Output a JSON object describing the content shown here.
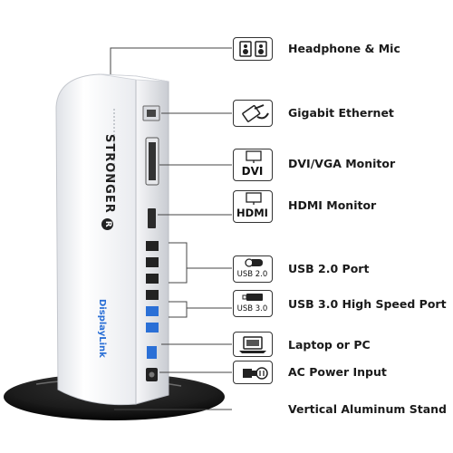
{
  "product": {
    "brand": "STRONGER",
    "brand_mark": "R",
    "badge": "DisplayLink"
  },
  "features": [
    {
      "label": "Headphone & Mic",
      "icon": "speakers-icon"
    },
    {
      "label": "Gigabit Ethernet",
      "icon": "ethernet-cable-icon"
    },
    {
      "label": "DVI/VGA Monitor",
      "icon": "monitor-icon",
      "icon_text": "DVI"
    },
    {
      "label": "HDMI Monitor",
      "icon": "monitor-icon",
      "icon_text": "HDMI"
    },
    {
      "label": "USB 2.0 Port",
      "icon": "usb-drive-icon",
      "icon_text": "USB 2.0"
    },
    {
      "label": "USB 3.0 High Speed Port",
      "icon": "usb-drive-icon",
      "icon_text": "USB 3.0"
    },
    {
      "label": "Laptop or PC",
      "icon": "laptop-icon"
    },
    {
      "label": "AC Power Input",
      "icon": "power-plug-icon"
    },
    {
      "label": "Vertical Aluminum Stand",
      "icon": ""
    }
  ],
  "colors": {
    "dock_body": "#f4f5f7",
    "stand": "#111111",
    "usb3_port": "#2a6fd6",
    "lines": "#444444"
  }
}
